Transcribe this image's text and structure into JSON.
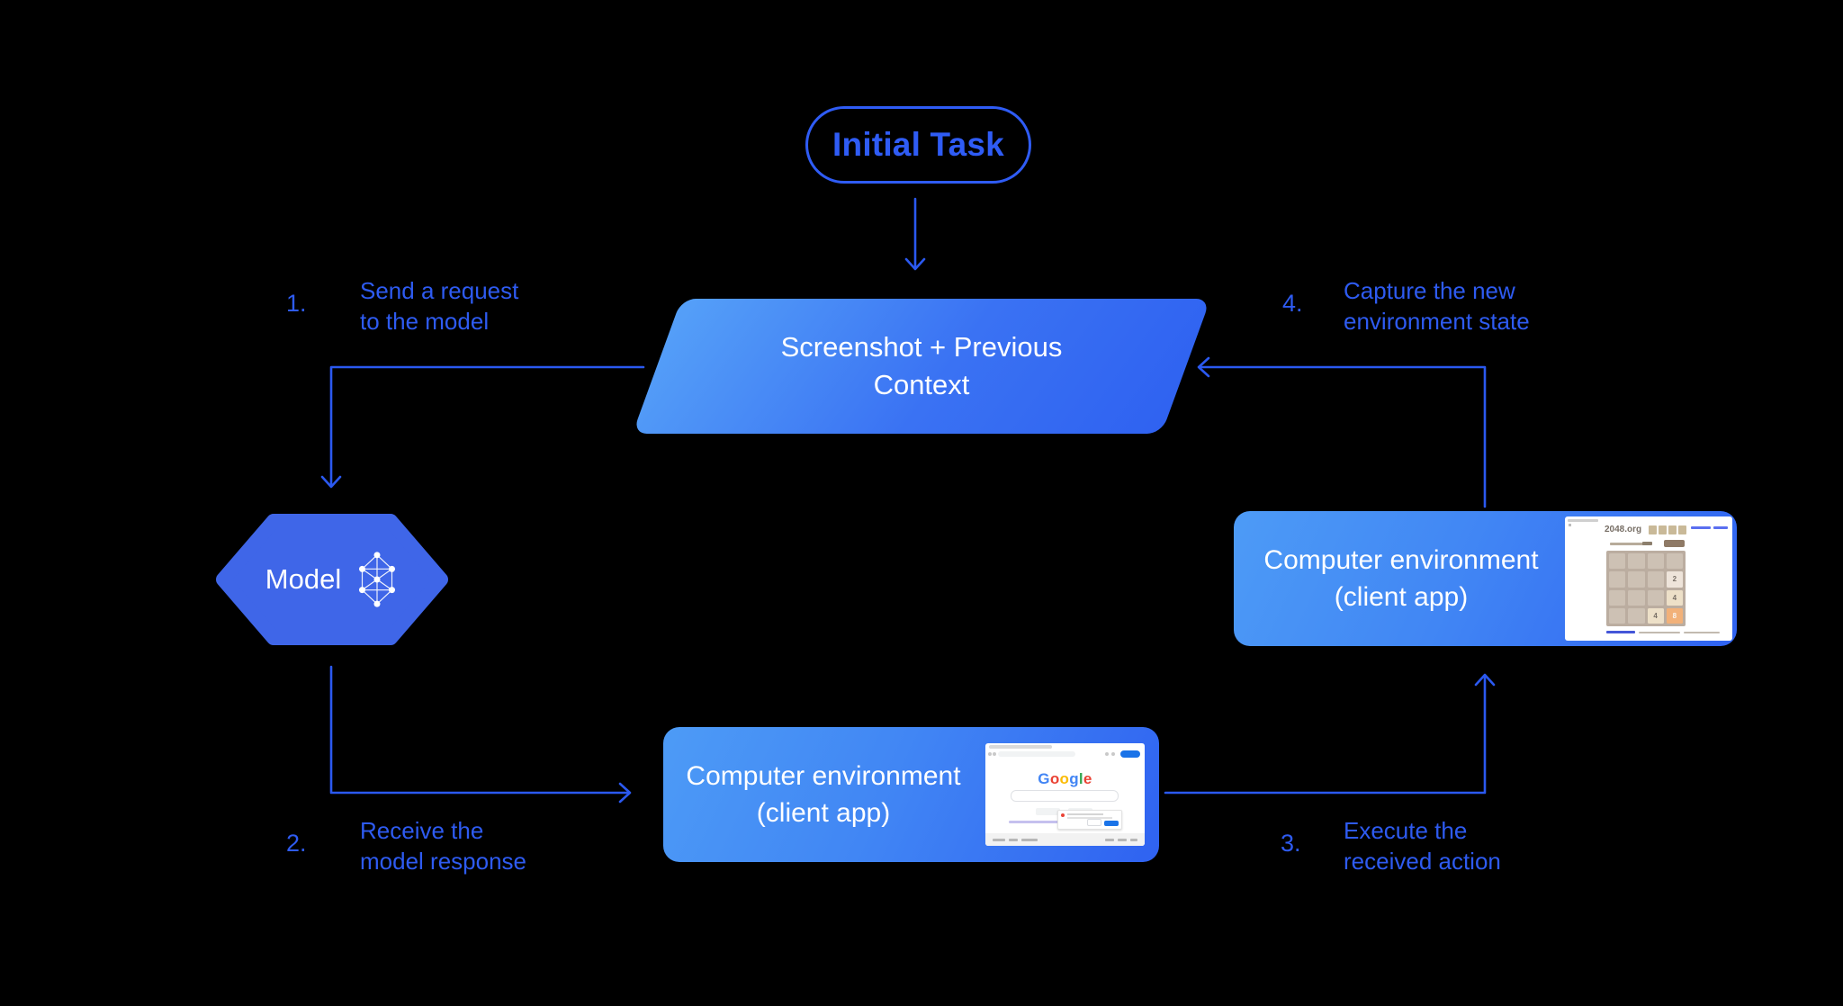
{
  "colors": {
    "background": "#000000",
    "accent_blue": "#2e5bf1",
    "connector_blue": "#2b59f0",
    "pill_blue": "#2f5cf5",
    "hexagon_fill": "#3f66e8",
    "node_gradient_start": "#55a0f8",
    "node_gradient_end": "#2f62f1",
    "node_text": "#ffffff"
  },
  "nodes": {
    "initial_task": {
      "label": "Initial Task"
    },
    "context": {
      "label": "Screenshot + Previous\nContext"
    },
    "model": {
      "label": "Model"
    },
    "env_bottom": {
      "label": "Computer environment\n(client app)"
    },
    "env_right": {
      "label": "Computer environment\n(client app)"
    }
  },
  "steps": [
    {
      "number": "1.",
      "label": "Send a request\nto the model"
    },
    {
      "number": "2.",
      "label": "Receive the\nmodel response"
    },
    {
      "number": "3.",
      "label": "Execute the\nreceived action"
    },
    {
      "number": "4.",
      "label": "Capture the new\nenvironment state"
    }
  ],
  "thumbnails": {
    "game": {
      "site": "2048.org",
      "tiles": [
        {
          "row": 2,
          "col": 4,
          "value": "2"
        },
        {
          "row": 3,
          "col": 4,
          "value": "4"
        },
        {
          "row": 4,
          "col": 3,
          "value": "4"
        },
        {
          "row": 4,
          "col": 4,
          "value": "8"
        }
      ],
      "tile_colors": {
        "2": "#eee4da",
        "4": "#ede0c8",
        "8": "#f2b179"
      },
      "board_color": "#bbada0",
      "cell_color": "#cdc1b4"
    },
    "browser": {
      "logo_letters": [
        {
          "ch": "G",
          "color": "#4285F4"
        },
        {
          "ch": "o",
          "color": "#EA4335"
        },
        {
          "ch": "o",
          "color": "#FBBC05"
        },
        {
          "ch": "g",
          "color": "#4285F4"
        },
        {
          "ch": "l",
          "color": "#34A853"
        },
        {
          "ch": "e",
          "color": "#EA4335"
        }
      ]
    }
  }
}
